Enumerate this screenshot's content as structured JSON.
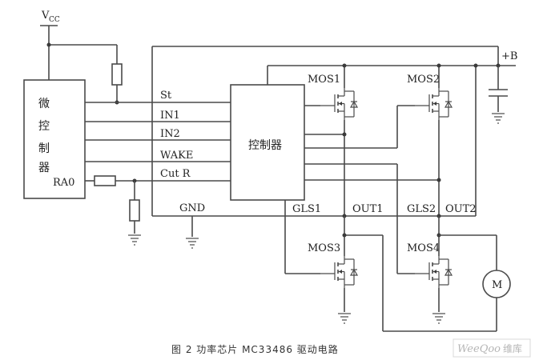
{
  "labels": {
    "vcc_main": "V",
    "vcc_sub": "CC",
    "plus_b": "+B",
    "st": "St",
    "in1": "IN1",
    "in2": "IN2",
    "wake": "WAKE",
    "cut_r": "Cut  R",
    "ra0": "RA0",
    "gnd": "GND",
    "gls1": "GLS1",
    "out1": "OUT1",
    "gls2": "GLS2",
    "out2": "OUT2",
    "mos1": "MOS1",
    "mos2": "MOS2",
    "mos3": "MOS3",
    "mos4": "MOS4",
    "motor": "M",
    "controller": "控制器",
    "mcu_chars": [
      "微",
      "控",
      "制",
      "器"
    ]
  },
  "caption": "图 2  功率芯片 MC33486 驱动电路",
  "watermark": {
    "brand": "WeeQoo",
    "suffix": "维库"
  }
}
